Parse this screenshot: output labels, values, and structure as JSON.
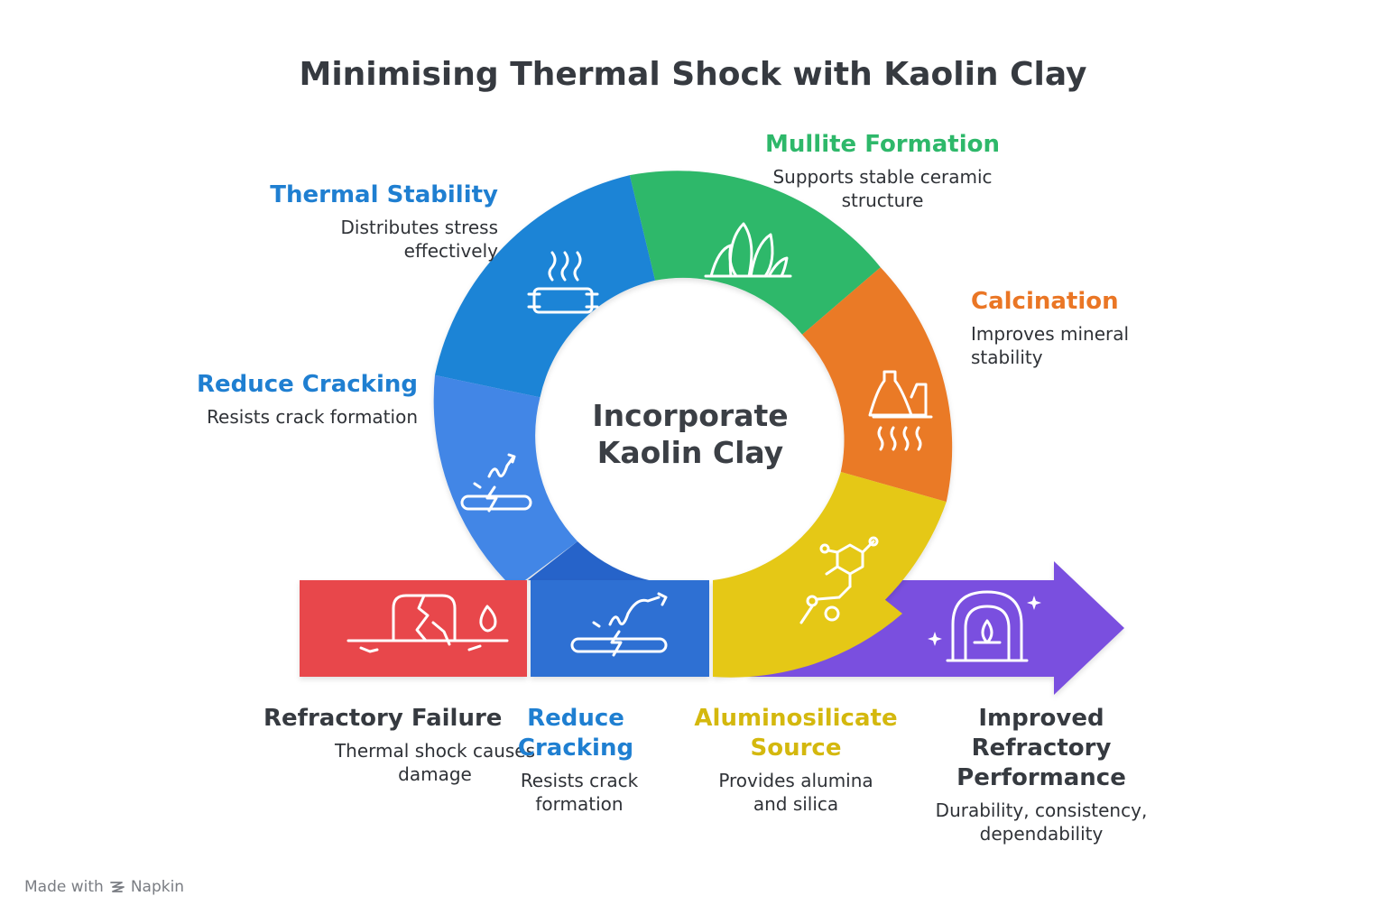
{
  "title": "Minimising Thermal Shock with Kaolin Clay",
  "center": {
    "line1": "Incorporate",
    "line2": "Kaolin Clay"
  },
  "colors": {
    "thermal_stability": "#1f7fd1",
    "mullite": "#2eb86a",
    "calcination": "#ea7625",
    "reduce_cracking": "#2f6fd3",
    "aluminosilicate": "#e5c816",
    "refractory_failure": "#e8474b",
    "improved": "#7a4fdf",
    "text_dark": "#363a40"
  },
  "ring": {
    "thermal_stability": {
      "title": "Thermal Stability",
      "desc1": "Distributes stress",
      "desc2": "effectively",
      "icon": "heat-bar-icon"
    },
    "mullite": {
      "title": "Mullite Formation",
      "desc1": "Supports stable ceramic",
      "desc2": "structure",
      "icon": "crystal-icon"
    },
    "calcination": {
      "title": "Calcination",
      "desc1": "Improves mineral",
      "desc2": "stability",
      "icon": "factory-heat-icon"
    },
    "reduce_cracking": {
      "title": "Reduce Cracking",
      "desc1": "Resists crack formation",
      "icon": "crack-bar-icon"
    }
  },
  "bottom": {
    "refractory_failure": {
      "title": "Refractory Failure",
      "desc1": "Thermal shock causes",
      "desc2": "damage",
      "icon": "cracked-kiln-icon"
    },
    "reduce_cracking": {
      "title1": "Reduce",
      "title2": "Cracking",
      "desc1": "Resists crack",
      "desc2": "formation",
      "icon": "crack-bar-icon"
    },
    "aluminosilicate": {
      "title1": "Aluminosilicate",
      "title2": "Source",
      "desc1": "Provides alumina",
      "desc2": "and silica",
      "icon": "molecule-icon"
    },
    "improved": {
      "title1": "Improved",
      "title2": "Refractory",
      "title3": "Performance",
      "desc1": "Durability, consistency,",
      "desc2": "dependability",
      "icon": "kiln-fire-icon"
    }
  },
  "footer": {
    "made_with": "Made with",
    "brand": "Napkin"
  }
}
